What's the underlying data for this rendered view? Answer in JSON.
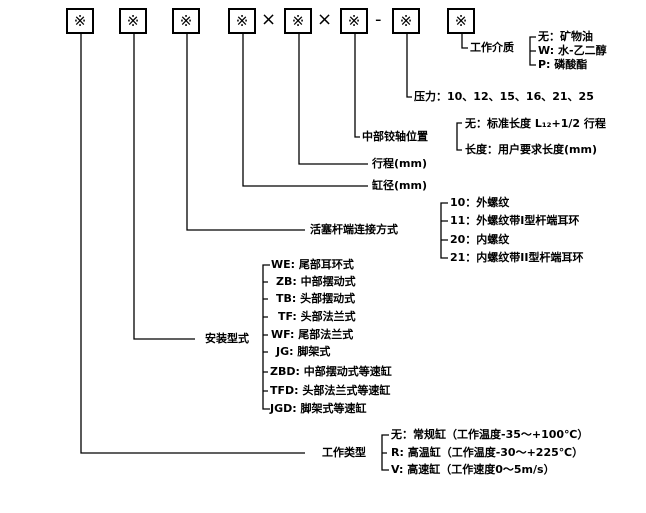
{
  "code": {
    "placeholder": "※",
    "sep1": "×",
    "sep2": "×",
    "sep3": "-"
  },
  "medium": {
    "label": "工作介质",
    "options": [
      "无：矿物油",
      "W: 水-乙二醇",
      "P: 磷酸酯"
    ]
  },
  "pressure": {
    "label": "压力：10、12、15、16、21、25"
  },
  "trunnion": {
    "label": "中部铰轴位置",
    "options": [
      "无：标准长度 L₁₂+1/2 行程",
      "长度：用户要求长度(mm)"
    ]
  },
  "stroke": {
    "label": "行程(mm)"
  },
  "bore": {
    "label": "缸径(mm)"
  },
  "rod_end": {
    "label": "活塞杆端连接方式",
    "options": [
      "10：外螺纹",
      "11：外螺纹带Ⅰ型杆端耳环",
      "20：内螺纹",
      "21：内螺纹带II型杆端耳环"
    ]
  },
  "mounting": {
    "label": "安装型式",
    "options": [
      "WE: 尾部耳环式",
      "ZB: 中部摆动式",
      "TB: 头部摆动式",
      "TF: 头部法兰式",
      "WF: 尾部法兰式",
      "JG: 脚架式",
      "ZBD: 中部摆动式等速缸",
      "TFD: 头部法兰式等速缸",
      "JGD: 脚架式等速缸"
    ]
  },
  "type": {
    "label": "工作类型",
    "options": [
      "无：常规缸（工作温度-35～+100℃）",
      "R: 高温缸（工作温度-30～+225℃）",
      "V: 高速缸（工作速度0～5m/s）"
    ]
  }
}
